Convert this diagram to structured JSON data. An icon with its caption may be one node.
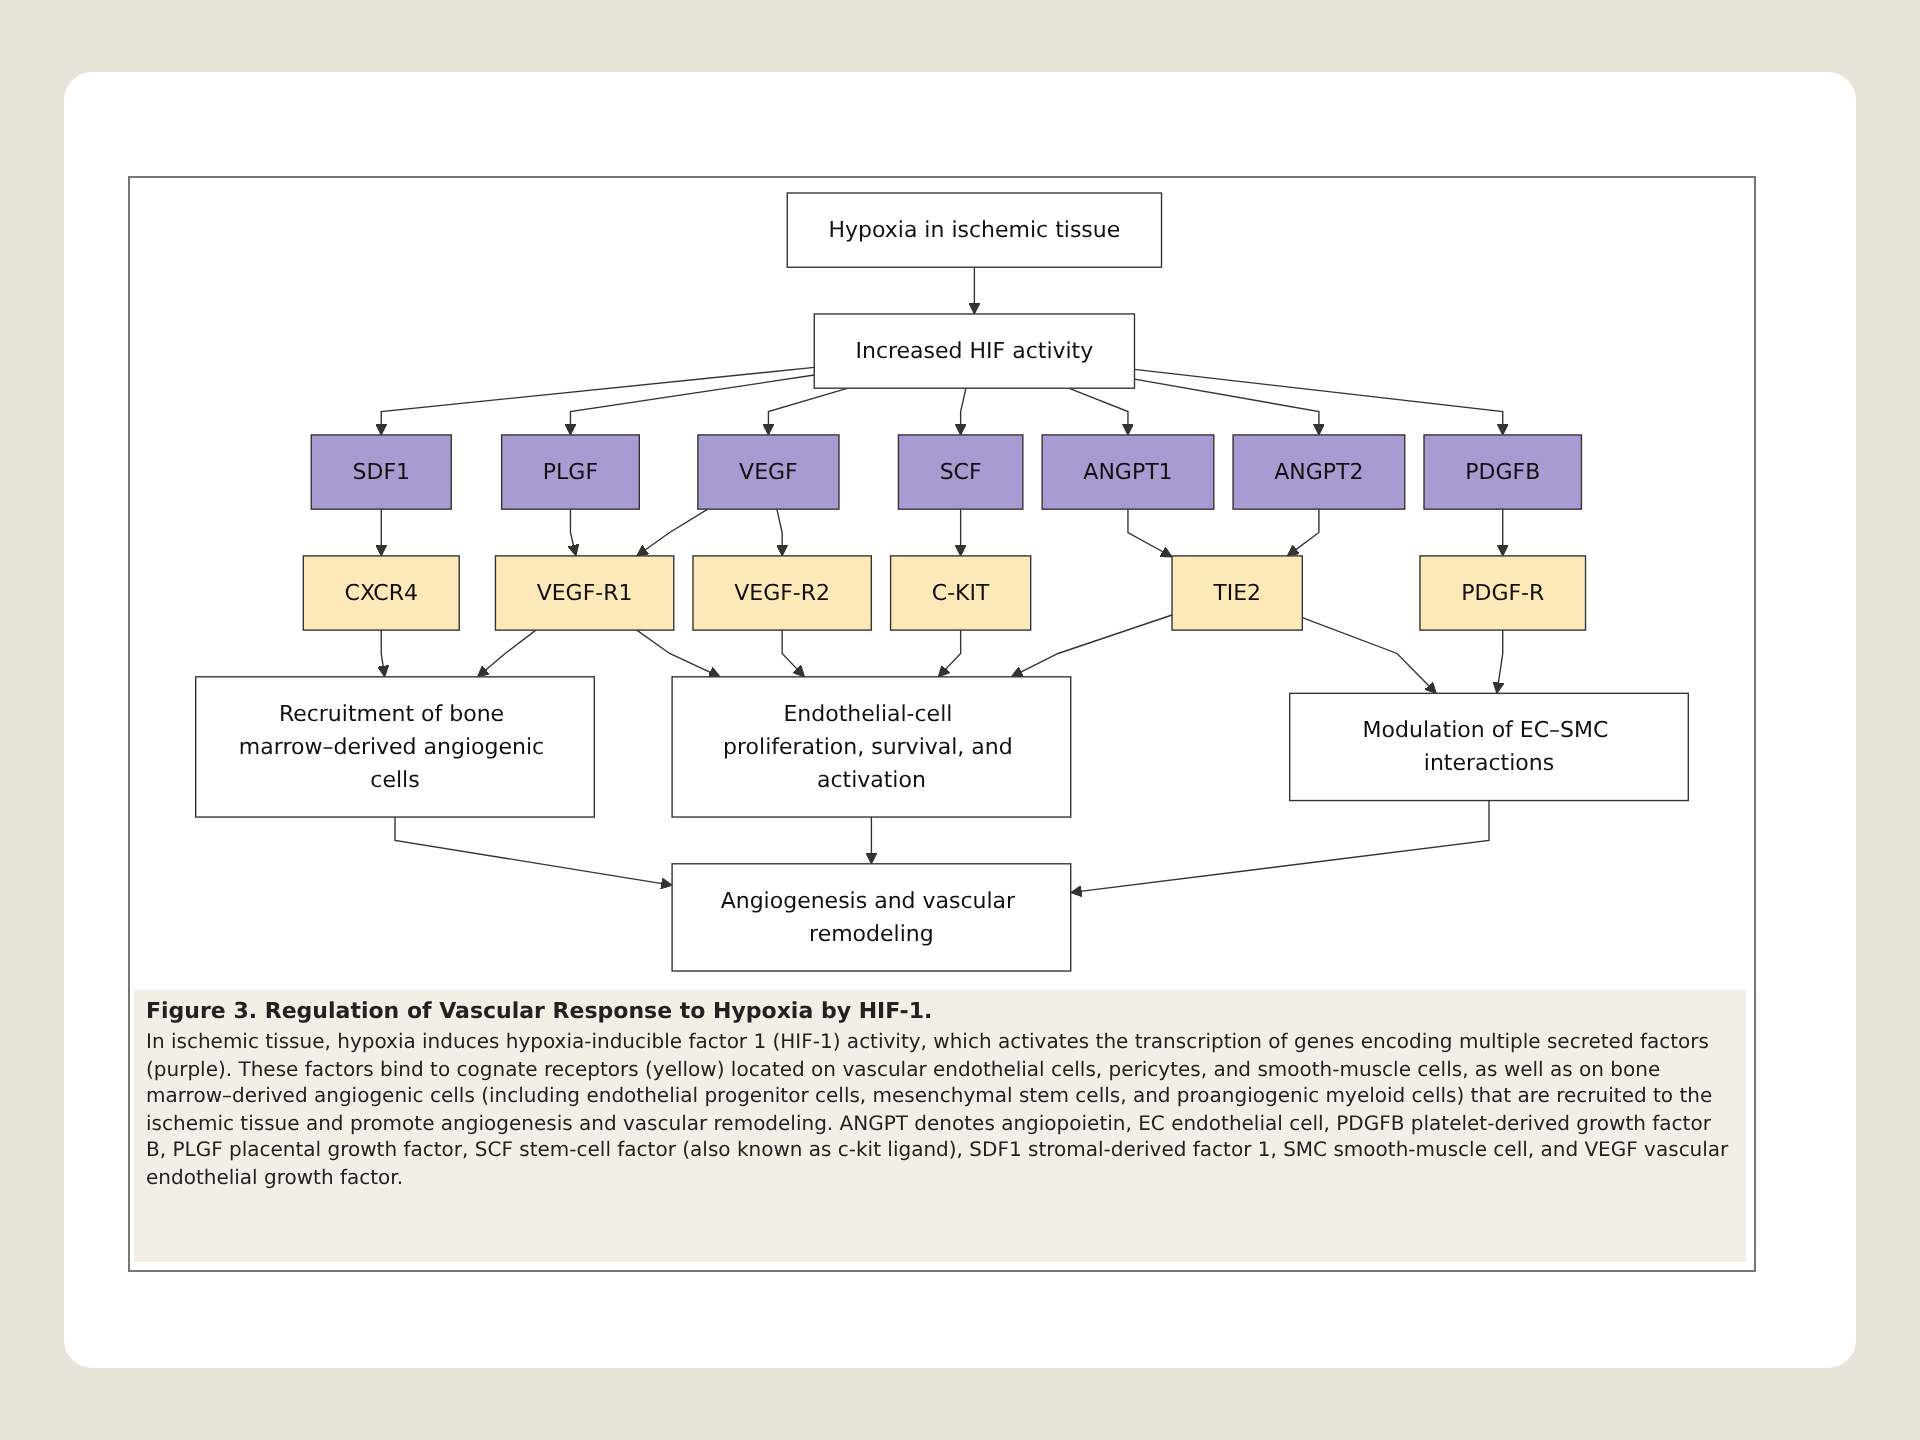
{
  "diagram": {
    "title": "Figure 3. Regulation of Vascular Response to Hypoxia by HIF-1.",
    "caption": "In ischemic tissue, hypoxia induces hypoxia-inducible factor 1 (HIF-1) activity, which activates the transcription of genes encoding multiple secreted factors (purple). These factors bind to cognate receptors (yellow) located on vascular endothelial cells, pericytes, and smooth-muscle cells, as well as on bone marrow–derived angiogenic cells (including endothelial progenitor cells, mesenchymal stem cells, and proangiogenic myeloid cells) that are recruited to the ischemic tissue and promote angiogenesis and vascular remodeling. ANGPT denotes angiopoietin, EC endothelial cell, PDGFB platelet-derived growth factor B, PLGF placental growth factor, SCF stem-cell factor (also known as c-kit ligand), SDF1 stromal-derived factor 1, SMC smooth-muscle cell, and VEGF vascular endothelial growth factor.",
    "nodes": [
      {
        "text": [
          "Hypoxia in ischemic tissue"
        ]
      },
      {
        "text": [
          "Increased HIF activity"
        ]
      },
      {
        "text": [
          "SDF1"
        ]
      },
      {
        "text": [
          "PLGF"
        ]
      },
      {
        "text": [
          "VEGF"
        ]
      },
      {
        "text": [
          "SCF"
        ]
      },
      {
        "text": [
          "ANGPT1"
        ]
      },
      {
        "text": [
          "ANGPT2"
        ]
      },
      {
        "text": [
          "PDGFB"
        ]
      },
      {
        "text": [
          "CXCR4"
        ]
      },
      {
        "text": [
          "VEGF-R1"
        ]
      },
      {
        "text": [
          "VEGF-R2"
        ]
      },
      {
        "text": [
          "C-KIT"
        ]
      },
      {
        "text": [
          "TIE2"
        ]
      },
      {
        "text": [
          "PDGF-R"
        ]
      },
      {
        "text": [
          "Recruitment of bone marrow–derived angiogenic cells"
        ]
      },
      {
        "text": [
          "Endothelial-cell proliferation, survival, and activation"
        ]
      },
      {
        "text": [
          "Modulation of EC–SMC interactions"
        ]
      },
      {
        "text": [
          "Angiogenesis and vascular remodeling"
        ]
      }
    ],
    "edges": [
      {
        "from": 0,
        "to": 1,
        "arrow": "to"
      },
      {
        "from": 1,
        "to": 2,
        "arrow": "to"
      },
      {
        "from": 1,
        "to": 3,
        "arrow": "to"
      },
      {
        "from": 1,
        "to": 4,
        "arrow": "to"
      },
      {
        "from": 1,
        "to": 5,
        "arrow": "to"
      },
      {
        "from": 1,
        "to": 6,
        "arrow": "to"
      },
      {
        "from": 1,
        "to": 7,
        "arrow": "to"
      },
      {
        "from": 1,
        "to": 8,
        "arrow": "to"
      },
      {
        "from": 2,
        "to": 9,
        "arrow": "to"
      },
      {
        "from": 3,
        "to": 10,
        "arrow": "to"
      },
      {
        "from": 4,
        "to": 10,
        "arrow": "to"
      },
      {
        "from": 4,
        "to": 11,
        "arrow": "to"
      },
      {
        "from": 5,
        "to": 12,
        "arrow": "to"
      },
      {
        "from": 6,
        "to": 13,
        "arrow": "to"
      },
      {
        "from": 7,
        "to": 13,
        "arrow": "to"
      },
      {
        "from": 8,
        "to": 14,
        "arrow": "to"
      },
      {
        "from": 9,
        "to": 15,
        "arrow": "to"
      },
      {
        "from": 10,
        "to": 15,
        "arrow": "to"
      },
      {
        "from": 10,
        "to": 16,
        "arrow": "to"
      },
      {
        "from": 11,
        "to": 16,
        "arrow": "to"
      },
      {
        "from": 12,
        "to": 16,
        "arrow": "to"
      },
      {
        "from": 13,
        "to": 16,
        "arrow": "to"
      },
      {
        "from": 13,
        "to": 17,
        "arrow": "to"
      },
      {
        "from": 14,
        "to": 17,
        "arrow": "to"
      },
      {
        "from": 15,
        "to": 18,
        "arrow": "to"
      },
      {
        "from": 16,
        "to": 18,
        "arrow": "to"
      },
      {
        "from": 17,
        "to": 18,
        "arrow": "to"
      }
    ]
  }
}
